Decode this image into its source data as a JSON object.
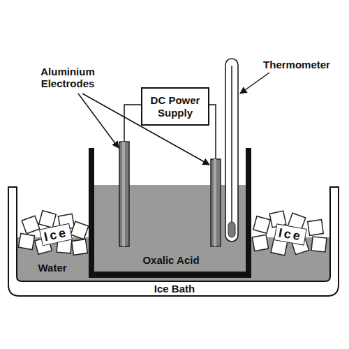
{
  "diagram": {
    "nodes": [
      {
        "text": [
          "DC Power Supply"
        ]
      }
    ],
    "labels": [
      "Aluminium Electrodes",
      "Thermometer",
      "Ice",
      "Ice",
      "Water",
      "Oxalic Acid",
      "Ice Bath"
    ]
  }
}
